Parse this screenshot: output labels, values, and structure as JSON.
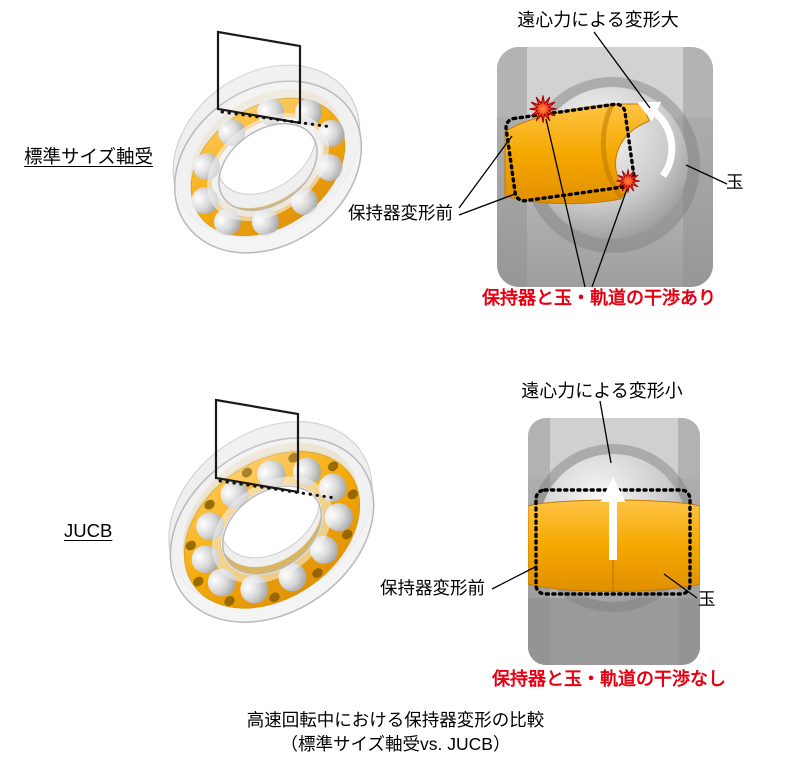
{
  "colors": {
    "cage_orange": "#f5a800",
    "accent_red": "#e60012",
    "metal_gray": "#b5b5b5"
  },
  "sections": {
    "standard": {
      "label": "標準サイズ軸受",
      "deform_note": "遠心力による変形大",
      "cage_before": "保持器変形前",
      "ball": "玉",
      "interference": "保持器と玉・軌道の干渉あり"
    },
    "jucb": {
      "label": "JUCB",
      "deform_note": "遠心力による変形小",
      "cage_before": "保持器変形前",
      "ball": "玉",
      "interference": "保持器と玉・軌道の干渉なし"
    }
  },
  "caption": {
    "line1": "高速回転中における保持器変形の比較",
    "line2": "（標準サイズ軸受vs. JUCB）"
  }
}
